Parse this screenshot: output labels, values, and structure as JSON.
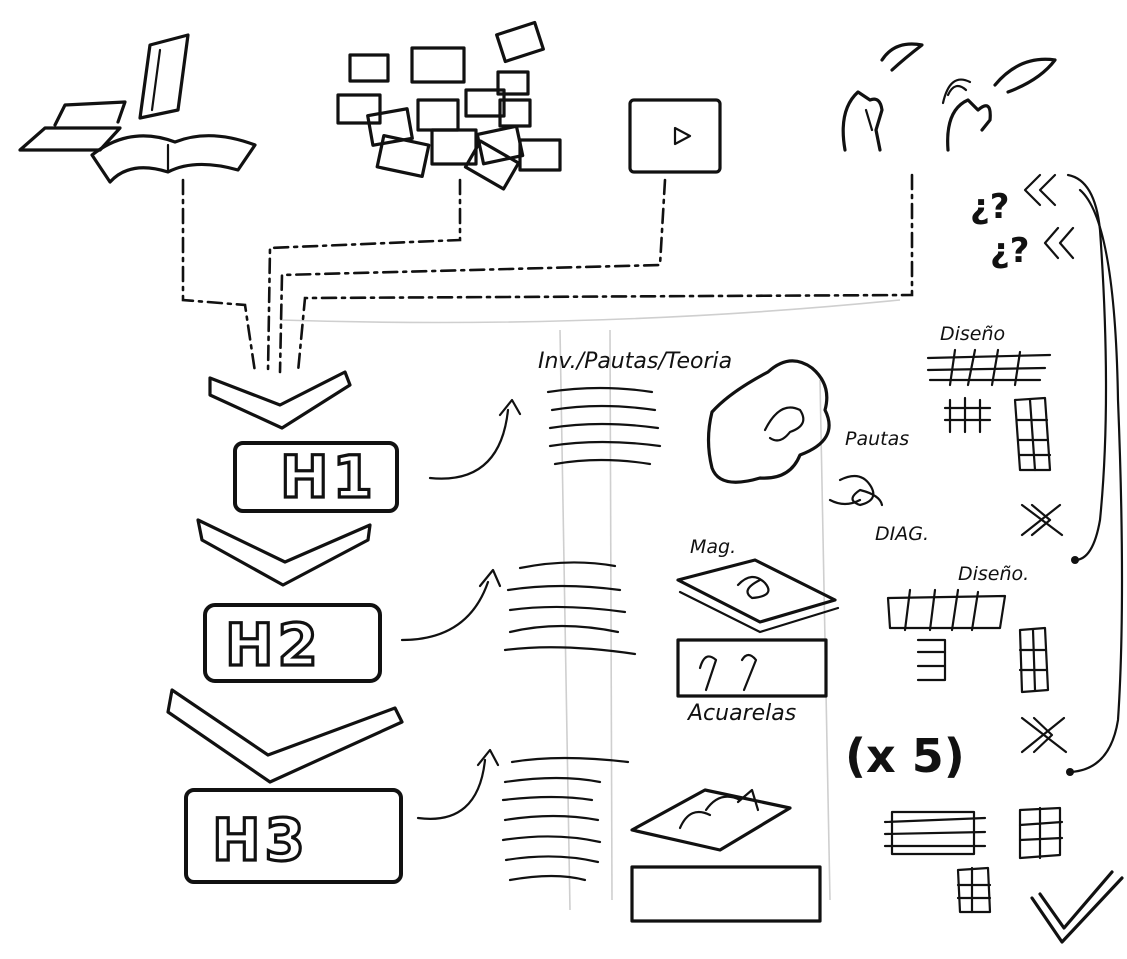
{
  "headings": {
    "h1": "H1",
    "h2": "H2",
    "h3": "H3"
  },
  "notes": {
    "inv_pautas_teoria": "Inv./Pautas/Teoria",
    "pautas": "Pautas",
    "diag": "DIAG.",
    "mag": "Mag.",
    "acuarelas": "Acuarelas",
    "diseno_top": "Diseño",
    "diseno_mid": "Diseño."
  },
  "questions": {
    "q1": "¿?",
    "q2": "¿?"
  },
  "repeat": {
    "label": "(x 5)"
  }
}
